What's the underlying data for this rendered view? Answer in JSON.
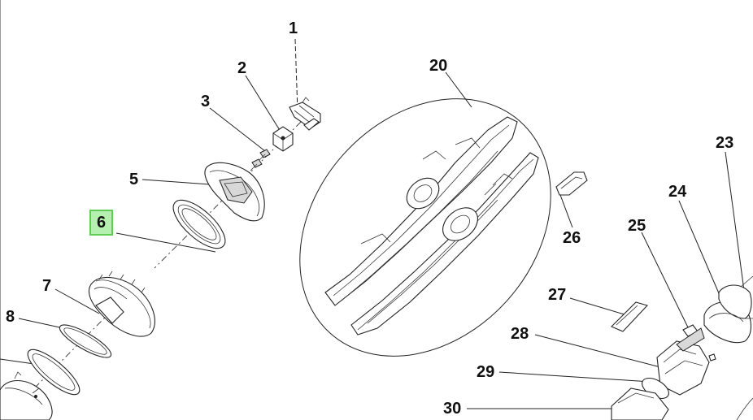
{
  "diagram": {
    "callouts": [
      {
        "id": "c1",
        "label": "1"
      },
      {
        "id": "c2",
        "label": "2"
      },
      {
        "id": "c3",
        "label": "3"
      },
      {
        "id": "c5",
        "label": "5"
      },
      {
        "id": "c6",
        "label": "6",
        "highlighted": true
      },
      {
        "id": "c7",
        "label": "7"
      },
      {
        "id": "c8",
        "label": "8"
      },
      {
        "id": "c20",
        "label": "20"
      },
      {
        "id": "c23",
        "label": "23"
      },
      {
        "id": "c24",
        "label": "24"
      },
      {
        "id": "c25",
        "label": "25"
      },
      {
        "id": "c26",
        "label": "26"
      },
      {
        "id": "c27",
        "label": "27"
      },
      {
        "id": "c28",
        "label": "28"
      },
      {
        "id": "c29",
        "label": "29"
      },
      {
        "id": "c30",
        "label": "30"
      }
    ],
    "colors": {
      "line": "#222222",
      "highlight_fill": "#b5f0b0",
      "highlight_border": "#5fcc55",
      "background": "#ffffff"
    }
  }
}
